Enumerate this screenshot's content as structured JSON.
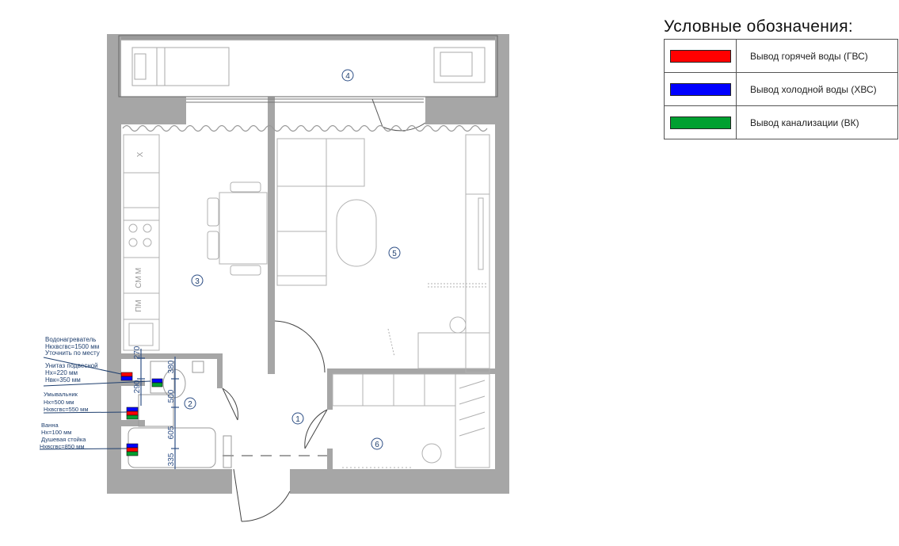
{
  "legend": {
    "title": "Условные обозначения:",
    "items": [
      {
        "label": "Вывод горячей воды (ГВС)",
        "color": "#ff0000"
      },
      {
        "label": "Вывод холодной воды (ХВС)",
        "color": "#0000ff"
      },
      {
        "label": "Вывод канализации (ВК)",
        "color": "#00a030"
      }
    ]
  },
  "rooms": [
    "4",
    "5",
    "3",
    "2",
    "1",
    "6"
  ],
  "kitchen_labels": [
    "Х",
    "М",
    "СМ",
    "ПМ"
  ],
  "dimensions": [
    "270",
    "290",
    "380",
    "500",
    "605",
    "335"
  ],
  "notes": {
    "heater": {
      "line1": "Водонагреватель",
      "line2": "Нкхвсгвс=1500 мм",
      "line3": "Уточнить по месту"
    },
    "toilet": {
      "line1": "Унитаз подвесной",
      "line2": "Нх=220 мм",
      "line3": "Нвк=350 мм"
    },
    "sink": {
      "line1": "Умывальник",
      "line2": "Нх=500 мм",
      "line3": "Нхвсгвс=550 мм"
    },
    "bath": {
      "line1": "Ванна",
      "line2": "Нх=100 мм",
      "line3": "Душевая стойка",
      "line4": "Нхвсгвс=850 мм"
    }
  }
}
